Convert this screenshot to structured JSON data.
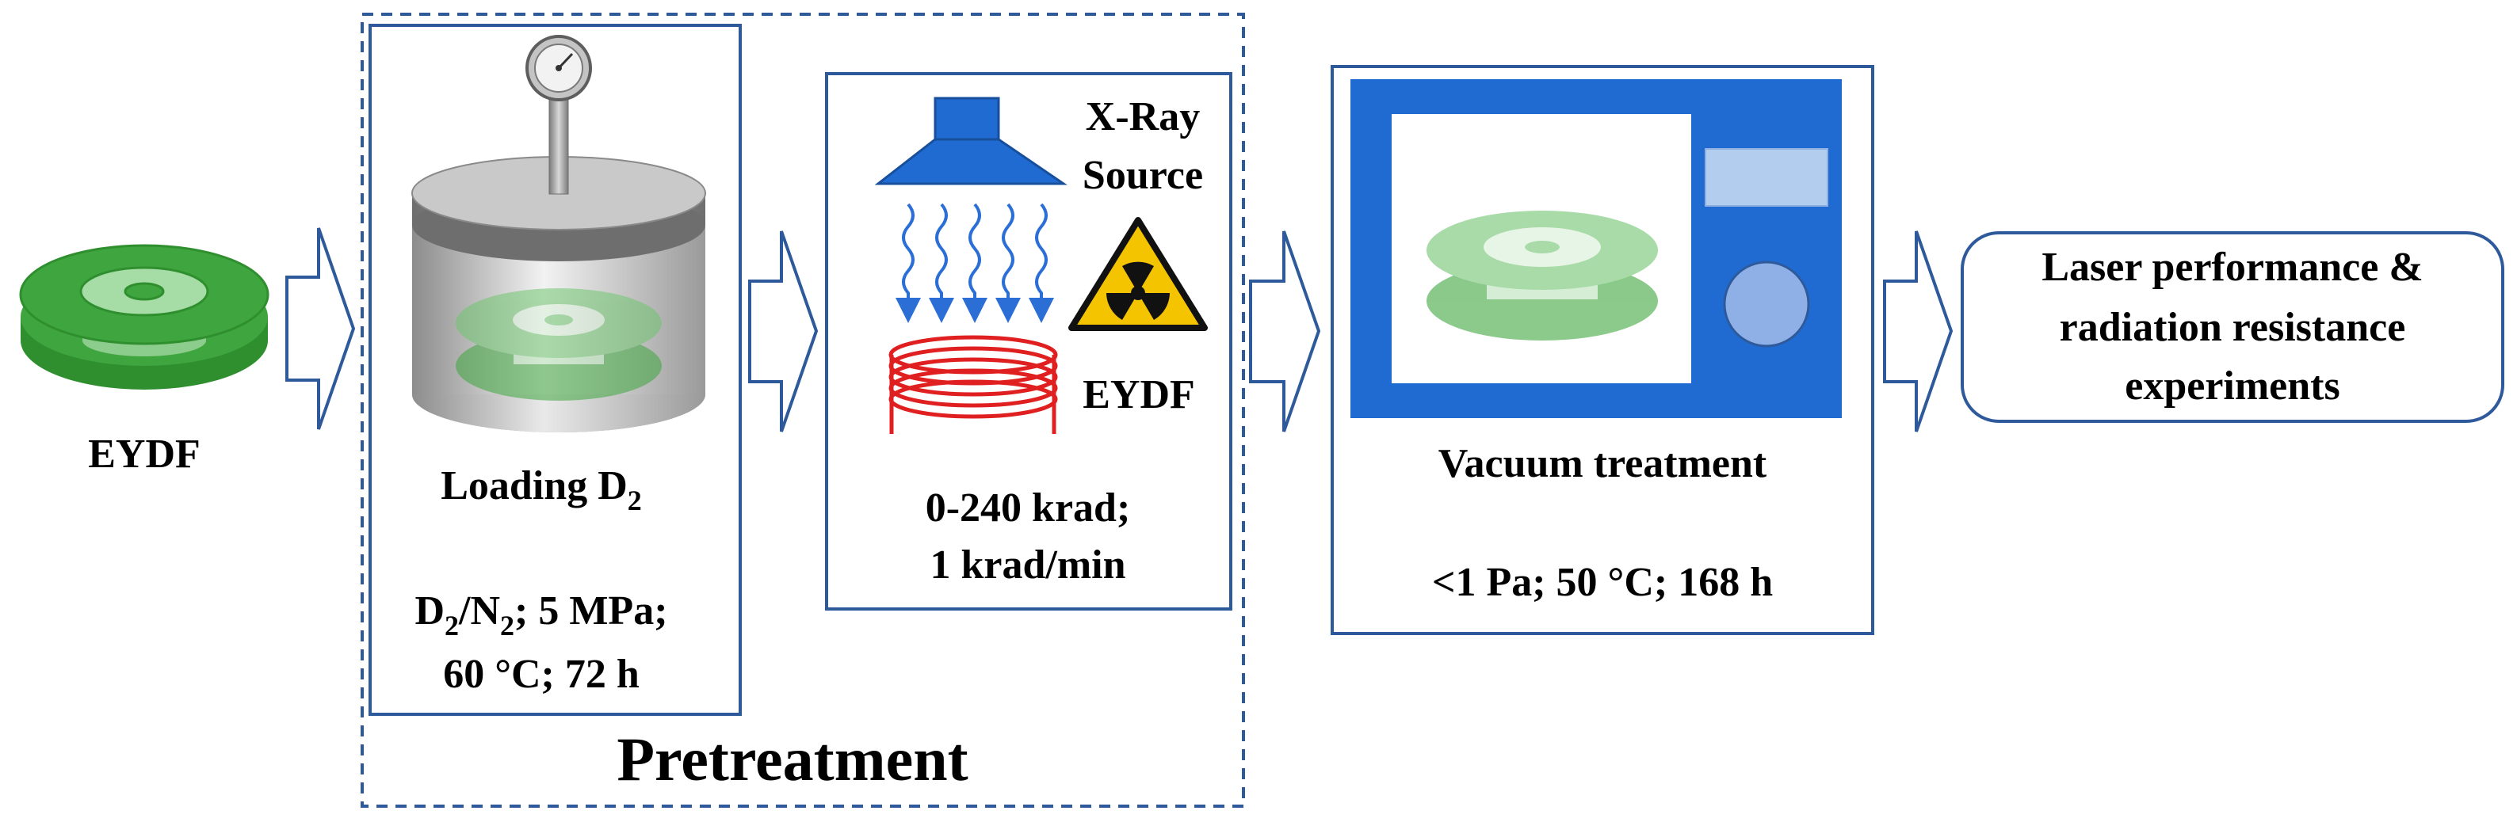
{
  "spool": {
    "label": "EYDF"
  },
  "pretreatment": {
    "title": "Pretreatment",
    "loading": {
      "title_main": "Loading D",
      "title_sub": "2",
      "cond_line1": {
        "d": "D",
        "s1": "2",
        "n": "/N",
        "s2": "2",
        "rest": "; 5 MPa;"
      },
      "cond_line2": "60 °C; 72 h"
    },
    "irradiation": {
      "source_line1": "X-Ray",
      "source_line2": "Source",
      "fiber_label": "EYDF",
      "dose_line1": "0-240 krad;",
      "dose_line2": "1 krad/min"
    }
  },
  "vacuum": {
    "title": "Vacuum treatment",
    "conditions": "<1 Pa; 50 °C; 168 h"
  },
  "result": {
    "line1": "Laser performance &",
    "line2": "radiation resistance",
    "line3": "experiments"
  },
  "colors": {
    "accent_blue": "#2e5a9c",
    "fiber_green": "#3fa63f",
    "radiation_yellow": "#f5c400",
    "coil_red": "#e02020",
    "oven_blue": "#1f6bd1"
  }
}
